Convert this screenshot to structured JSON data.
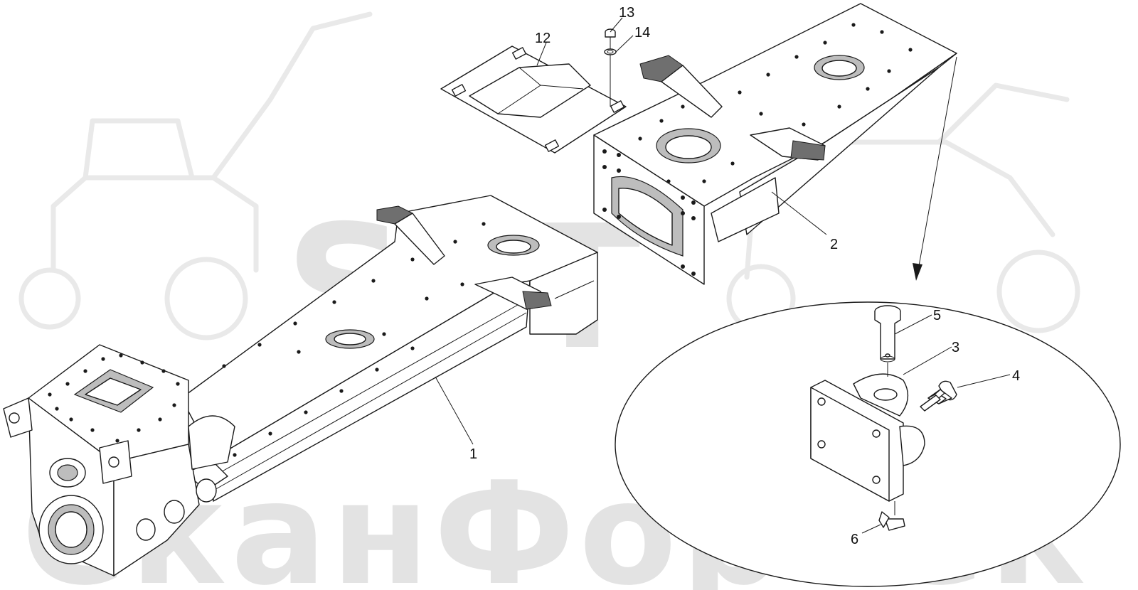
{
  "watermark": {
    "logo_text": "SFT",
    "brand_text": "СканФорТек"
  },
  "callouts": [
    {
      "id": "1",
      "label": "1"
    },
    {
      "id": "2",
      "label": "2"
    },
    {
      "id": "3",
      "label": "3"
    },
    {
      "id": "4",
      "label": "4"
    },
    {
      "id": "5",
      "label": "5"
    },
    {
      "id": "6",
      "label": "6"
    },
    {
      "id": "12",
      "label": "12"
    },
    {
      "id": "13",
      "label": "13"
    },
    {
      "id": "14",
      "label": "14"
    }
  ]
}
